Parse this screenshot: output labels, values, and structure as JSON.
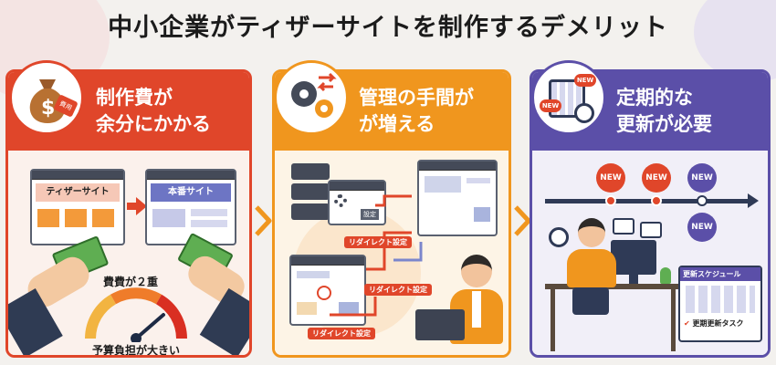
{
  "title": "中小企業がティザーサイトを制作するデメリット",
  "colors": {
    "red": "#e0462a",
    "orange": "#f0961e",
    "purple": "#5b4fa8"
  },
  "panels": [
    {
      "heading_line1": "制作費が",
      "heading_line2": "余分にかかる",
      "icon": "money-bag-icon",
      "icon_tag": "費用",
      "teaser_label": "ティザーサイト",
      "main_label": "本番サイト",
      "cost_label": "費費が２重",
      "budget_label": "予算負担が大きい"
    },
    {
      "heading_line1": "管理の手間が",
      "heading_line2": "が増える",
      "icon": "gears-icon",
      "settings_label": "設定",
      "redirect_1": "リダイレクト設定",
      "redirect_2": "リダイレクト設定",
      "redirect_3": "リダイレクト設定"
    },
    {
      "heading_line1": "定期的な",
      "heading_line2": "更新が必要",
      "icon": "calendar-clock-icon",
      "new_labels": [
        "NEW",
        "NEW",
        "NEW",
        "NEW"
      ],
      "icon_new_labels": [
        "NEW",
        "NEW"
      ],
      "schedule_title": "更新スケジュール",
      "task_label": "更期更新タスク"
    }
  ]
}
